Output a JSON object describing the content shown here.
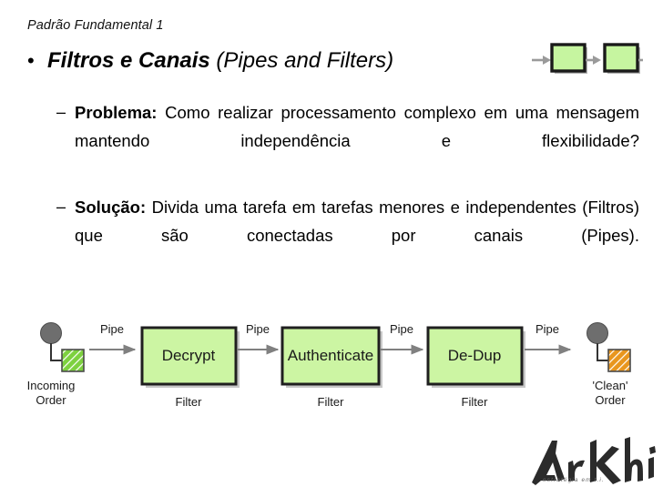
{
  "slide": {
    "title": "Padrão Fundamental 1",
    "background_color": "#ffffff",
    "text_color": "#000000"
  },
  "bullets": {
    "level1": {
      "marker": "•",
      "strong": "Filtros e Canais",
      "rest": " (Pipes and Filters)"
    },
    "level2": [
      {
        "marker": "–",
        "lead": "Problema:",
        "text": " Como realizar processamento complexo em uma mensagem mantendo independência e flexibilidade?"
      },
      {
        "marker": "–",
        "lead": "Solução:",
        "text": " Divida uma tarefa em tarefas menores e independentes (Filtros) que são conectadas por canais (Pipes)."
      }
    ]
  },
  "mini_icon": {
    "name": "pipes-and-filters-mini-icon",
    "box_fill": "#c6f5a0",
    "box_stroke": "#1a1a1a",
    "arrow_color": "#9a9a9a",
    "boxes": 2
  },
  "diagram": {
    "type": "pipes-and-filters",
    "fill": "#ccf5a3",
    "stroke": "#1f1f1f",
    "arrow_color": "#808080",
    "text_color": "#1a1a1a",
    "source": {
      "label_line1": "Incoming",
      "label_line2": "Order",
      "circle_color": "#6e6e6e",
      "square_color": "#7dd13f",
      "square_hatch": "#ffffff"
    },
    "sink": {
      "label_line1": "'Clean'",
      "label_line2": "Order",
      "circle_color": "#6e6e6e",
      "square_color": "#e8961e",
      "square_hatch": "#ffffff"
    },
    "filters": [
      {
        "name": "Decrypt",
        "caption": "Filter"
      },
      {
        "name": "Authenticate",
        "caption": "Filter"
      },
      {
        "name": "De-Dup",
        "caption": "Filter"
      }
    ],
    "pipes": [
      {
        "label": "Pipe"
      },
      {
        "label": "Pipe"
      },
      {
        "label": "Pipe"
      },
      {
        "label": "Pipe"
      }
    ]
  },
  "logo": {
    "wordmark": "ArKhi",
    "tagline": "estratégia em t.i.",
    "color": "#2b2b2b"
  }
}
